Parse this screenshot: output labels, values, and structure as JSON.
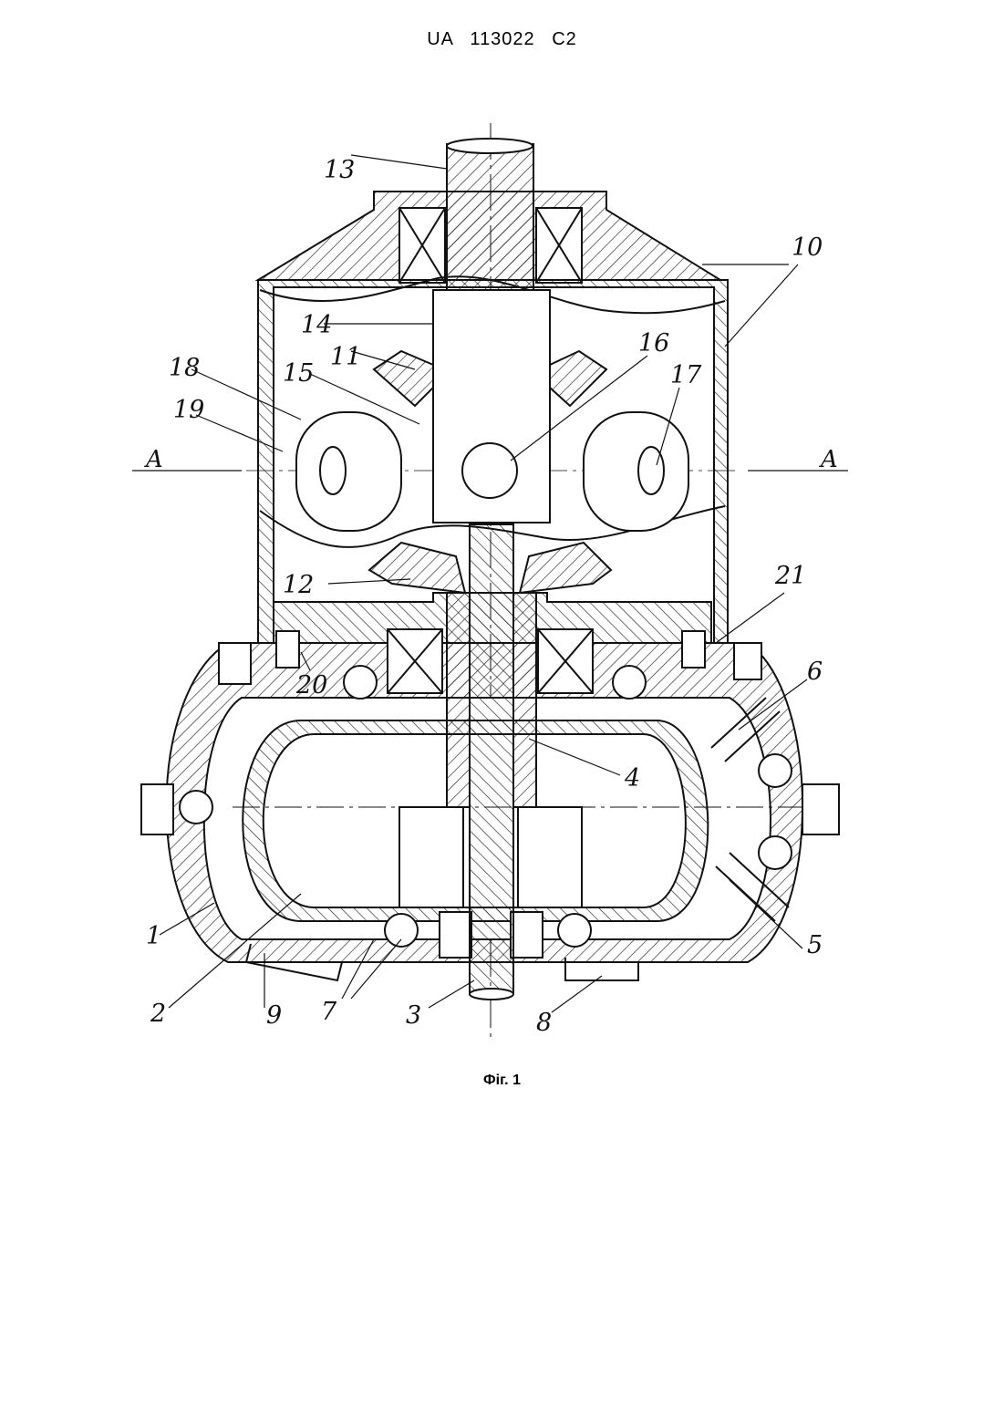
{
  "header": {
    "patent_number": "UA   113022   C2"
  },
  "caption": {
    "text": "Фіг. 1"
  },
  "section_marks": [
    "A",
    "A"
  ],
  "labels": [
    "1",
    "2",
    "3",
    "4",
    "5",
    "6",
    "7",
    "8",
    "9",
    "10",
    "11",
    "12",
    "13",
    "14",
    "15",
    "16",
    "17",
    "18",
    "19",
    "20",
    "21"
  ]
}
